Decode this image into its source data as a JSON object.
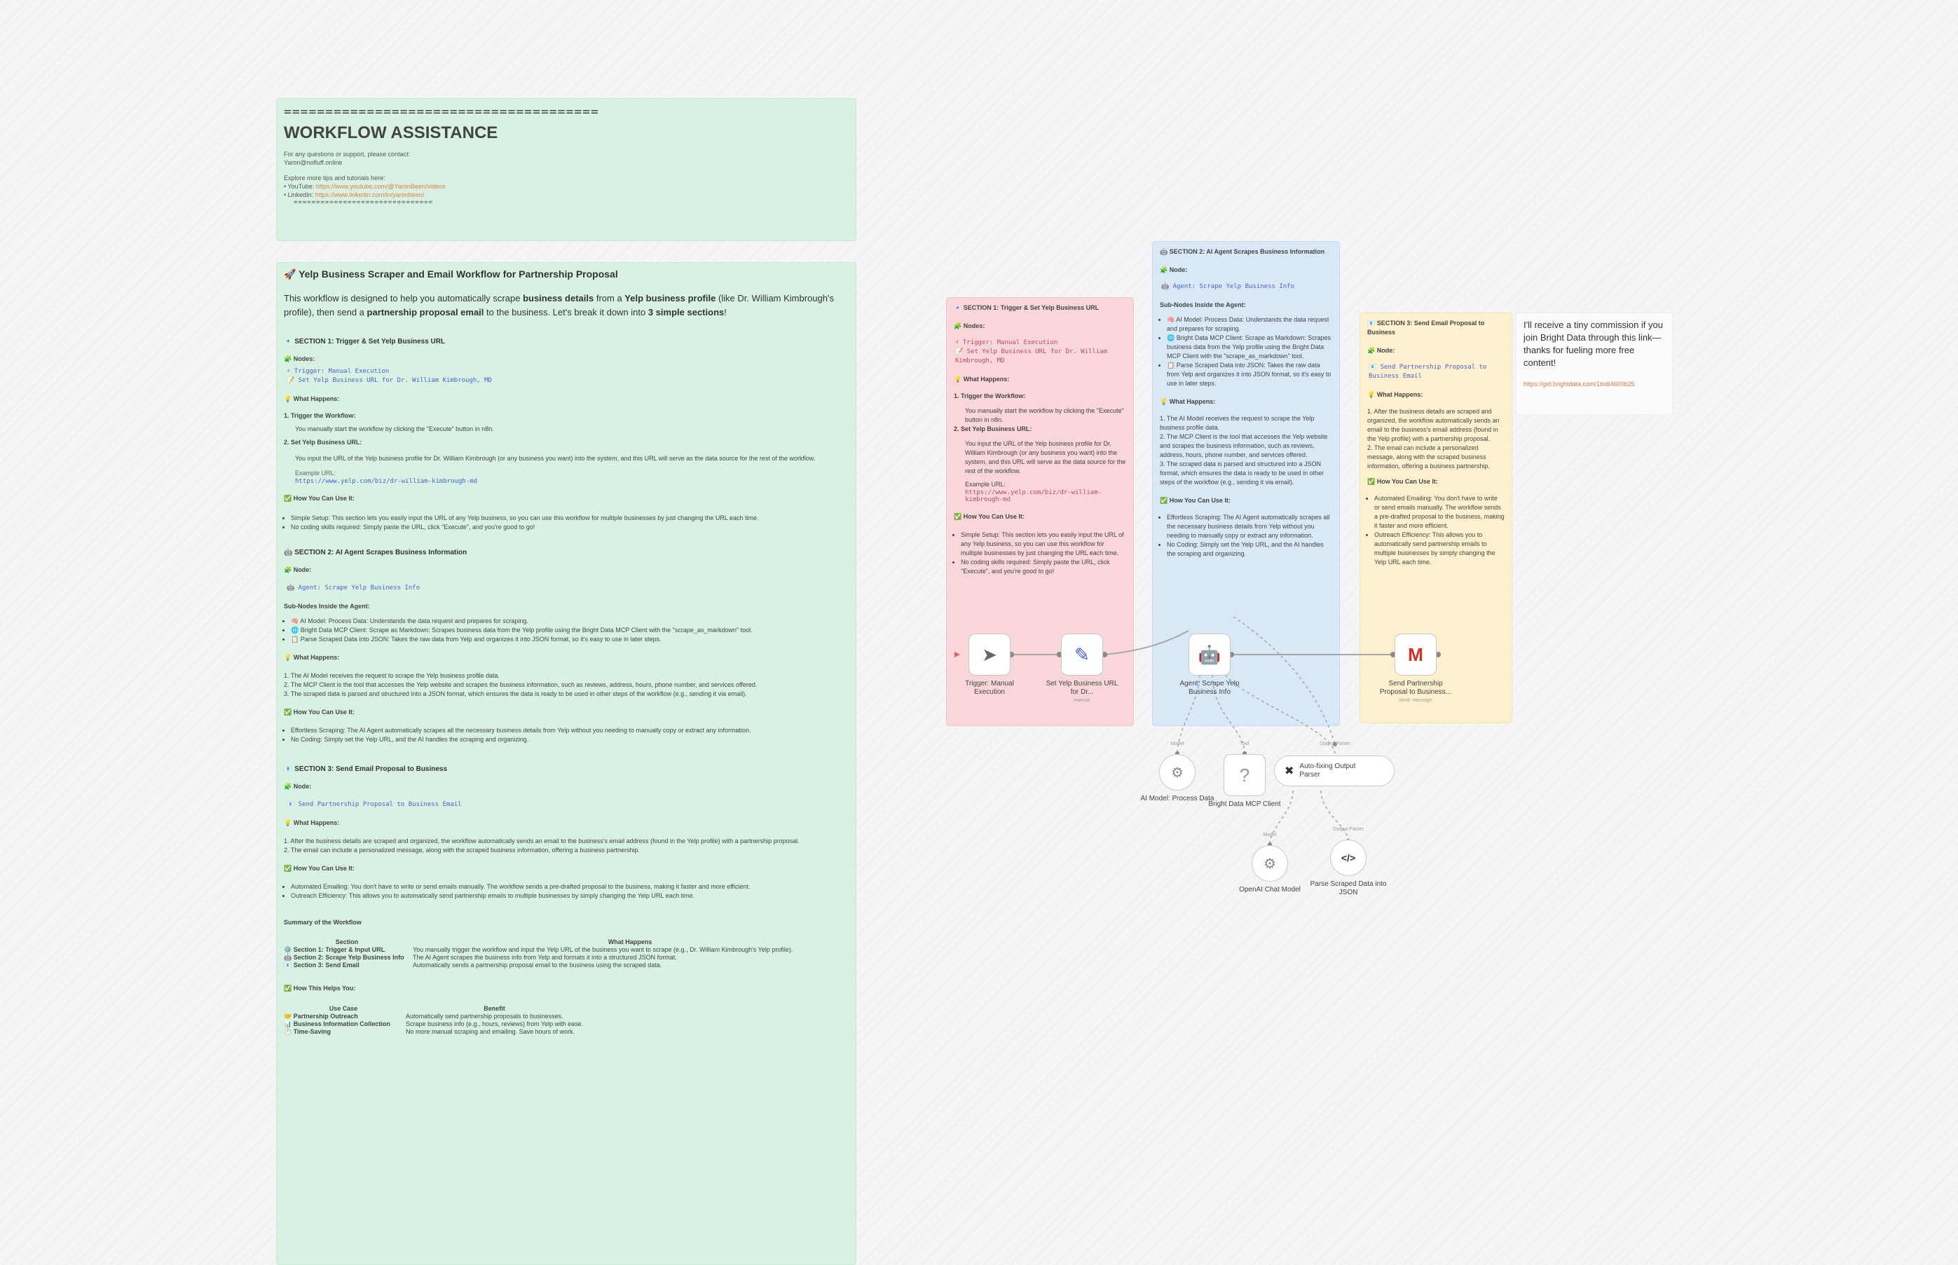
{
  "assist": {
    "rule": "======================================",
    "title": "WORKFLOW ASSISTANCE",
    "contact_1": "For any questions or support, please contact:",
    "contact_2": "Yaron@nofluff.online",
    "explore": "Explore more tips and tutorials here:",
    "yt_label": "YouTube:",
    "yt_url": "https://www.youtube.com/@YaronBeen/videos",
    "li_label": "LinkedIn:",
    "li_url": "https://www.linkedin.com/in/yaronbeen/",
    "rule2": "==============================="
  },
  "doc": {
    "title": "🚀 Yelp Business Scraper and Email Workflow for Partnership Proposal",
    "intro_1": "This workflow is designed to help you automatically scrape ",
    "intro_b1": "business details",
    "intro_2": " from a ",
    "intro_b2": "Yelp business profile",
    "intro_3": " (like Dr. William Kimbrough's profile), then send a ",
    "intro_b3": "partnership proposal email",
    "intro_4": " to the business. Let's break it down into ",
    "intro_b4": "3 simple sections",
    "intro_5": "!",
    "s1_title": "🔹 SECTION 1: Trigger & Set Yelp Business URL",
    "nodes": "🧩 Nodes:",
    "s1_node1": "⚡ Trigger: Manual Execution",
    "s1_node2": "📝 Set Yelp Business URL for Dr. William Kimbrough, MD",
    "what": "💡 What Happens:",
    "s1_step1": "1. Trigger the Workflow:",
    "s1_step1_text": "You manually start the workflow by clicking the \"Execute\" button in n8n.",
    "s1_step2": "2. Set Yelp Business URL:",
    "s1_step2_text": "You input the URL of the Yelp business profile for Dr. William Kimbrough (or any business you want) into the system, and this URL will serve as the data source for the rest of the workflow.",
    "example": "Example URL:",
    "example_url": "https://www.yelp.com/biz/dr-william-kimbrough-md",
    "how": "✅ How You Can Use It:",
    "s1_use1": "Simple Setup: This section lets you easily input the URL of any Yelp business, so you can use this workflow for multiple businesses by just changing the URL each time.",
    "s1_use2": "No coding skills required: Simply paste the URL, click \"Execute\", and you're good to go!",
    "s2_title": "🤖 SECTION 2: AI Agent Scrapes Business Information",
    "node_label": "🧩 Node:",
    "s2_node": "🤖 Agent: Scrape Yelp Business Info",
    "subnodes": "Sub-Nodes Inside the Agent:",
    "s2_sub1": "🧠 AI Model: Process Data: Understands the data request and prepares for scraping.",
    "s2_sub2": "🌐 Bright Data MCP Client: Scrape as Markdown: Scrapes business data from the Yelp profile using the Bright Data MCP Client with the \"scrape_as_markdown\" tool.",
    "s2_sub3": "📋 Parse Scraped Data into JSON: Takes the raw data from Yelp and organizes it into JSON format, so it's easy to use in later steps.",
    "s2_what1": "1. The AI Model receives the request to scrape the Yelp business profile data.",
    "s2_what2": "2. The MCP Client is the tool that accesses the Yelp website and scrapes the business information, such as reviews, address, hours, phone number, and services offered.",
    "s2_what3": "3. The scraped data is parsed and structured into a JSON format, which ensures the data is ready to be used in other steps of the workflow (e.g., sending it via email).",
    "s2_use1": "Effortless Scraping: The AI Agent automatically scrapes all the necessary business details from Yelp without you needing to manually copy or extract any information.",
    "s2_use2": "No Coding: Simply set the Yelp URL, and the AI handles the scraping and organizing.",
    "s3_title": "📧 SECTION 3: Send Email Proposal to Business",
    "s3_node": "📧 Send Partnership Proposal to Business Email",
    "s3_what1": "1. After the business details are scraped and organized, the workflow automatically sends an email to the business's email address (found in the Yelp profile) with a partnership proposal.",
    "s3_what2": "2. The email can include a personalized message, along with the scraped business information, offering a business partnership.",
    "s3_use1": "Automated Emailing: You don't have to write or send emails manually. The workflow sends a pre-drafted proposal to the business, making it faster and more efficient.",
    "s3_use2": "Outreach Efficiency: This allows you to automatically send partnership emails to multiple businesses by simply changing the Yelp URL each time.",
    "summary": "Summary of the Workflow",
    "t1_h1": "Section",
    "t1_h2": "What Happens",
    "t1_r1c1": "⚙️ Section 1: Trigger & Input URL",
    "t1_r1c2": "You manually trigger the workflow and input the Yelp URL of the business you want to scrape (e.g., Dr. William Kimbrough's Yelp profile).",
    "t1_r2c1": "🤖 Section 2: Scrape Yelp Business Info",
    "t1_r2c2": "The AI Agent scrapes the business info from Yelp and formats it into a structured JSON format.",
    "t1_r3c1": "📧 Section 3: Send Email",
    "t1_r3c2": "Automatically sends a partnership proposal email to the business using the scraped data.",
    "helps": "✅ How This Helps You:",
    "t2_h1": "Use Case",
    "t2_h2": "Benefit",
    "t2_r1c1": "🤝 Partnership Outreach",
    "t2_r1c2": "Automatically send partnership proposals to businesses.",
    "t2_r2c1": "📊 Business Information Collection",
    "t2_r2c2": "Scrape business info (e.g., hours, reviews) from Yelp with ease.",
    "t2_r3c1": "⏱️ Time-Saving",
    "t2_r3c2": "No more manual scraping and emailing. Save hours of work."
  },
  "red": {
    "title": "🔹 SECTION 1: Trigger & Set Yelp Business URL",
    "nodes": "🧩 Nodes:",
    "node1": "⚡ Trigger: Manual Execution",
    "node2": "📝 Set Yelp Business URL for Dr. William Kimbrough, MD",
    "what": "💡 What Happens:",
    "step1": "1. Trigger the Workflow:",
    "step1_text": "You manually start the workflow by clicking the \"Execute\" button in n8n.",
    "step2": "2. Set Yelp Business URL:",
    "step2_text": "You input the URL of the Yelp business profile for Dr. William Kimbrough (or any business you want) into the system, and this URL will serve as the data source for the rest of the workflow.",
    "example": "Example URL:",
    "example_url": "https://www.yelp.com/biz/dr-william-kimbrough-md",
    "how": "✅ How You Can Use It:",
    "use1": "Simple Setup: This section lets you easily input the URL of any Yelp business, so you can use this workflow for multiple businesses by just changing the URL each time.",
    "use2": "No coding skills required: Simply paste the URL, click \"Execute\", and you're good to go!"
  },
  "blue": {
    "title": "🤖 SECTION 2: AI Agent Scrapes Business Information",
    "node": "🧩 Node:",
    "node1": "🤖 Agent: Scrape Yelp Business Info",
    "subnodes": "Sub-Nodes Inside the Agent:",
    "sub1": "🧠 AI Model: Process Data: Understands the data request and prepares for scraping.",
    "sub2": "🌐 Bright Data MCP Client: Scrape as Markdown: Scrapes business data from the Yelp profile using the Bright Data MCP Client with the \"scrape_as_markdown\" tool.",
    "sub3": "📋 Parse Scraped Data into JSON: Takes the raw data from Yelp and organizes it into JSON format, so it's easy to use in later steps.",
    "what": "💡 What Happens:",
    "what1": "1. The AI Model receives the request to scrape the Yelp business profile data.",
    "what2": "2. The MCP Client is the tool that accesses the Yelp website and scrapes the business information, such as reviews, address, hours, phone number, and services offered.",
    "what3": "3. The scraped data is parsed and structured into a JSON format, which ensures the data is ready to be used in other steps of the workflow (e.g., sending it via email).",
    "how": "✅ How You Can Use It:",
    "use1": "Effortless Scraping: The AI Agent automatically scrapes all the necessary business details from Yelp without you needing to manually copy or extract any information.",
    "use2": "No Coding: Simply set the Yelp URL, and the AI handles the scraping and organizing."
  },
  "yellow": {
    "title": "📧 SECTION 3: Send Email Proposal to Business",
    "node": "🧩 Node:",
    "node1": "📧 Send Partnership Proposal to Business Email",
    "what": "💡 What Happens:",
    "what1": "1. After the business details are scraped and organized, the workflow automatically sends an email to the business's email address (found in the Yelp profile) with a partnership proposal.",
    "what2": "2. The email can include a personalized message, along with the scraped business information, offering a business partnership.",
    "how": "✅ How You Can Use It:",
    "use1": "Automated Emailing: You don't have to write or send emails manually. The workflow sends a pre-drafted proposal to the business, making it faster and more efficient.",
    "use2": "Outreach Efficiency: This allows you to automatically send partnership emails to multiple businesses by simply changing the Yelp URL each time."
  },
  "commission": {
    "text": "I'll receive a tiny commission if you join Bright Data through this link—thanks for fueling more free content!",
    "link": "https://get.brightdata.com/1tndi4600b25"
  },
  "nodes": {
    "trigger": "Trigger: Manual Execution",
    "set": "Set Yelp Business URL for Dr...",
    "set_sub": "manual",
    "agent": "Agent: Scrape Yelp Business Info",
    "gmail": "Send Partnership Proposal to Business...",
    "gmail_sub": "send: message",
    "ai_model": "AI Model: Process Data",
    "mcp": "Bright Data MCP Client",
    "parser": "Auto-fixing Output Parser",
    "openai": "OpenAI Chat Model",
    "json": "Parse Scraped Data into JSON",
    "lbl_model": "Model",
    "lbl_tool": "Tool",
    "lbl_output": "Output Parser",
    "lbl_model2": "Model",
    "lbl_output2": "Output Parser"
  }
}
